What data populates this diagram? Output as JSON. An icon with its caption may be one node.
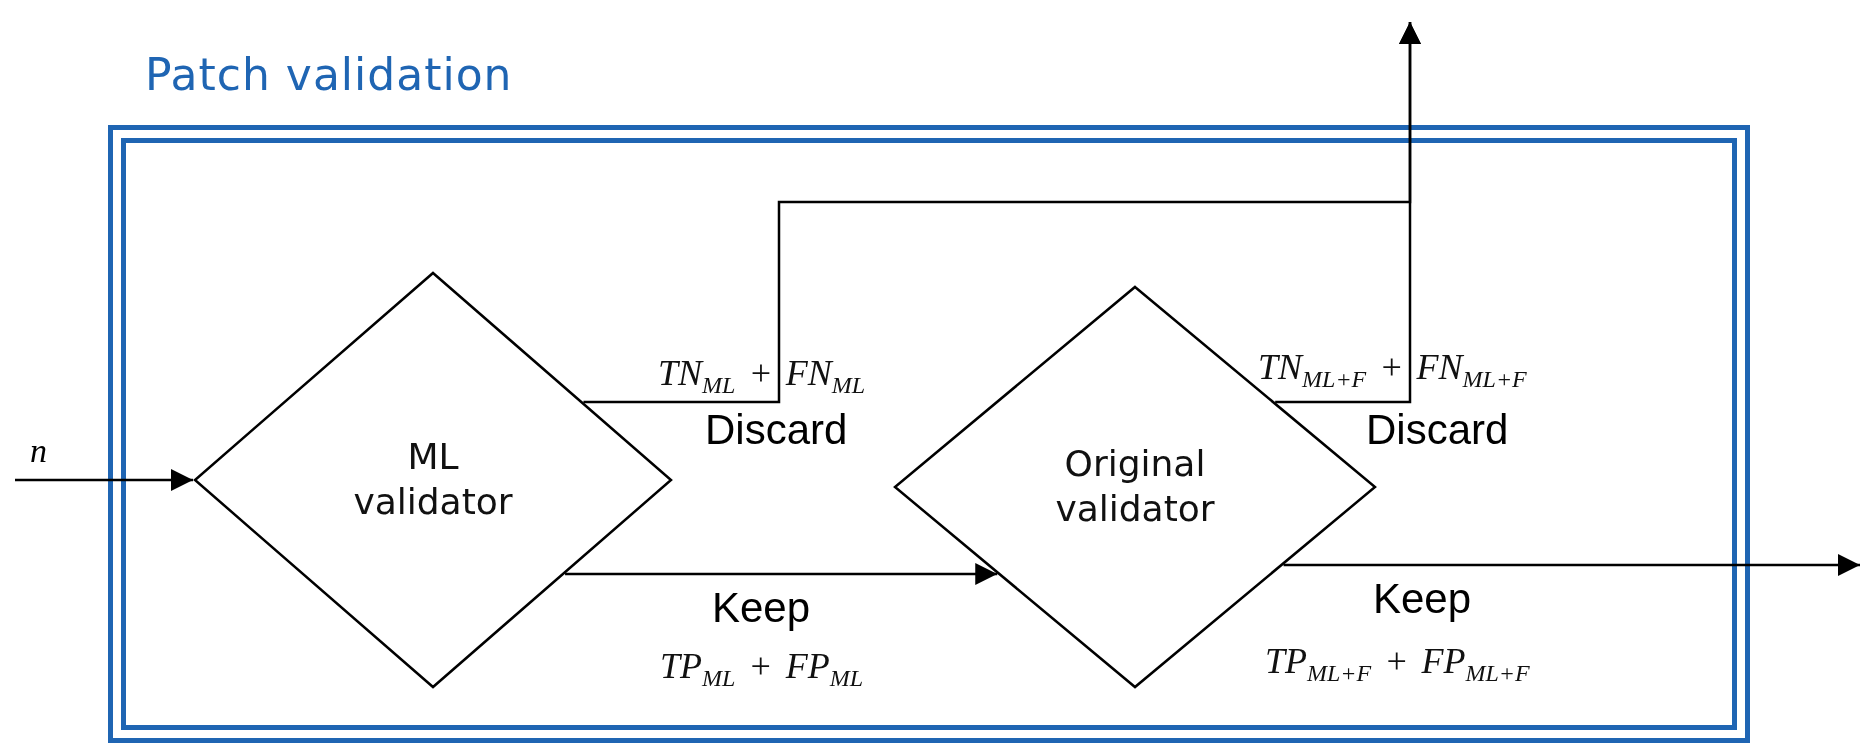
{
  "diagram": {
    "nodes": [
      {
        "text": [
          "Patch validation"
        ]
      },
      {
        "text": [
          "ML validator"
        ],
        "in": 0
      },
      {
        "text": [
          "Original validator"
        ],
        "in": 0
      }
    ],
    "edges": [
      {
        "from": null,
        "to": 1,
        "arrow": "to",
        "label": "n"
      },
      {
        "from": 1,
        "to": null,
        "arrow": "to",
        "label": "Discard"
      },
      {
        "from": 1,
        "to": 2,
        "arrow": "to",
        "label": "Keep"
      },
      {
        "from": 2,
        "to": null,
        "arrow": "to",
        "label": "Discard"
      },
      {
        "from": 2,
        "to": null,
        "arrow": "to",
        "label": "Keep"
      }
    ],
    "labels": [
      "TN$_{ML}$ + FN$_{ML}$",
      "TN$_{ML+F}$ + FN$_{ML+F}$",
      "TP$_{ML}$ + FP$_{ML}$",
      "TP$_{ML+F}$ + FP$_{ML+F}$"
    ]
  }
}
